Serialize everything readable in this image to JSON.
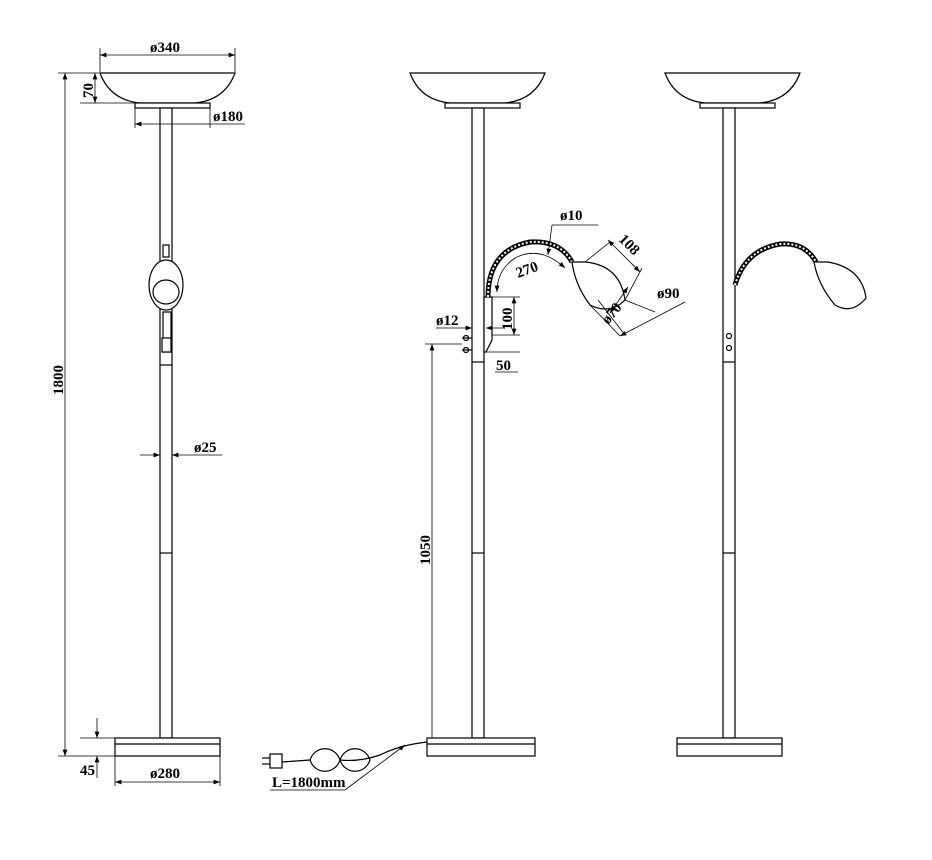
{
  "title": "Floor lamp dimension drawing",
  "dimensions": {
    "bowl_diameter": "ø340",
    "bowl_height": "70",
    "bowl_base_diameter": "ø180",
    "total_height": "1800",
    "pole_diameter": "ø25",
    "base_height": "45",
    "base_diameter": "ø280",
    "arm_diameter": "ø10",
    "arm_length": "270",
    "shade_length": "108",
    "shade_outer_diameter": "ø90",
    "shade_inner_diameter": "ø70",
    "holder_height": "100",
    "switch_diameter": "ø12",
    "holder_width": "50",
    "arm_mount_height": "1050",
    "cable_length": "L=1800mm"
  },
  "colors": {
    "line": "#000000",
    "background": "#ffffff"
  }
}
